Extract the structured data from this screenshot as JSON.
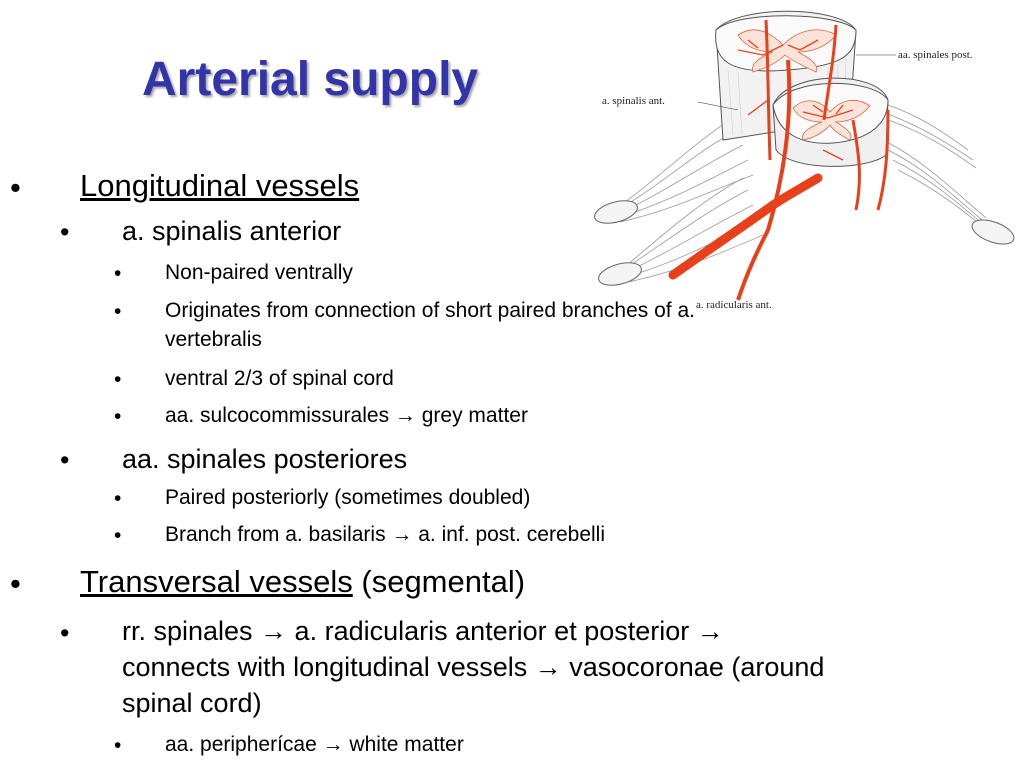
{
  "slide": {
    "title": "Arterial supply",
    "bullet_char": "•",
    "items": [
      {
        "level": 1,
        "text": "Longitudinal vessels"
      },
      {
        "level": 2,
        "text": "a. spinalis anterior"
      },
      {
        "level": 3,
        "text": "Non-paired ventrally"
      },
      {
        "level": 3,
        "text": "Originates from connection of short paired branches of a.",
        "cont": "vertebralis"
      },
      {
        "level": 3,
        "text": "ventral 2/3 of spinal cord"
      },
      {
        "level": 3,
        "text": "aa. sulcocommissurales → grey matter"
      },
      {
        "level": 2,
        "text": "aa. spinales posteriores"
      },
      {
        "level": 3,
        "text": "Paired posteriorly (sometimes doubled)"
      },
      {
        "level": 3,
        "text": "Branch from a. basilaris → a. inf. post. cerebelli"
      },
      {
        "level": 1,
        "text": "Transversal vessels",
        "suffix": " (segmental)"
      },
      {
        "level": 2,
        "text": "rr. spinales → a. radicularis anterior et posterior →",
        "cont": "connects with longitudinal vessels → vasocoronae (around",
        "cont2": "spinal cord)"
      },
      {
        "level": 3,
        "text": "aa. peripherícae → white matter"
      }
    ]
  },
  "figure": {
    "labels": {
      "spinales_post": "aa. spinales post.",
      "spinalis_ant": "a. spinalis ant.",
      "radicularis": "a. radicularis ant."
    },
    "colors": {
      "artery": "#e8401a",
      "outline": "#555555",
      "nerve": "#999999"
    }
  }
}
